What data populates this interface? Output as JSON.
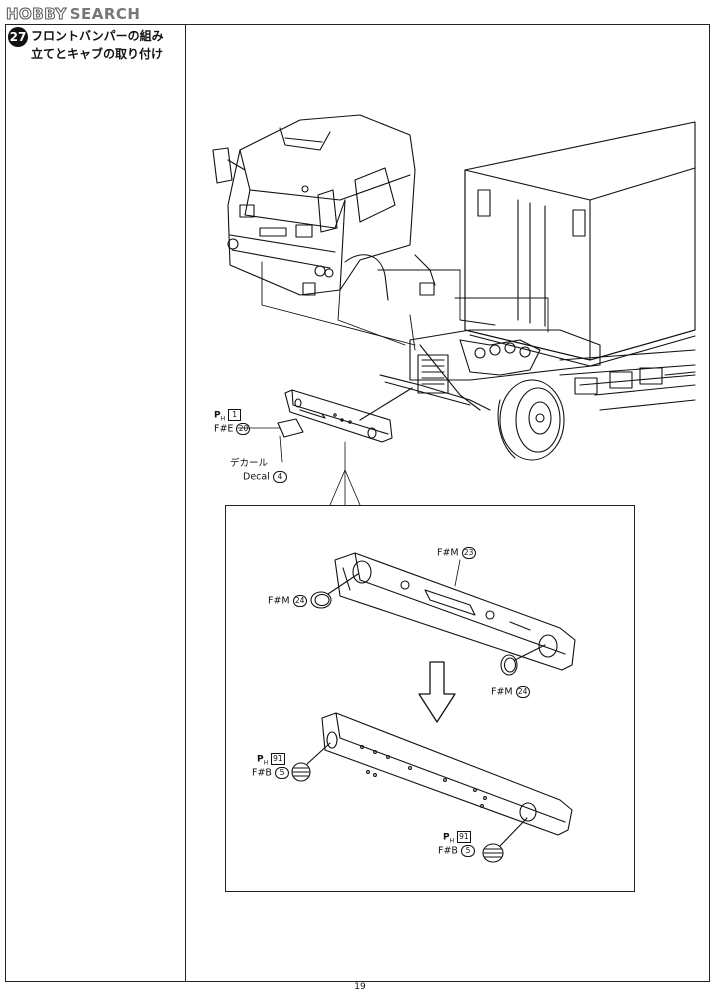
{
  "watermark": {
    "logo": "HOBBY",
    "text": "SEARCH"
  },
  "step": {
    "number": "27",
    "title_line1": "フロントバンパーの組み",
    "title_line2": "立てとキャブの取り付け"
  },
  "labels": {
    "ph1_prefix": "P",
    "ph1_sub": "H",
    "ph1_box": "1",
    "fe_part": "F#E",
    "fe_num": "20",
    "decal_jp": "デカール",
    "decal_en": "Decal",
    "decal_num": "4",
    "fm23_part": "F#M",
    "fm23_num": "23",
    "fm24a_part": "F#M",
    "fm24a_num": "24",
    "fm24b_part": "F#M",
    "fm24b_num": "24",
    "ph91a_prefix": "P",
    "ph91a_sub": "H",
    "ph91a_box": "91",
    "fb5a_part": "F#B",
    "fb5a_num": "5",
    "ph91b_prefix": "P",
    "ph91b_sub": "H",
    "ph91b_box": "91",
    "fb5b_part": "F#B",
    "fb5b_num": "5"
  },
  "page_number": "19"
}
